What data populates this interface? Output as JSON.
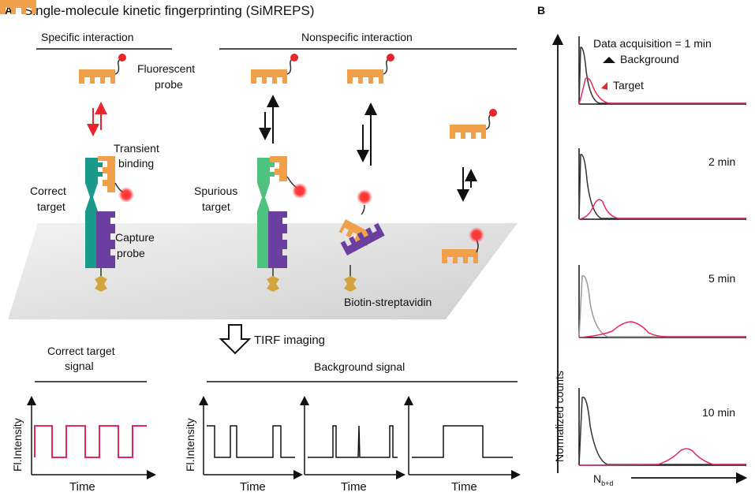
{
  "panel_a": {
    "letter": "A",
    "title": "Single-molecule kinetic fingerprinting (SiMREPS)",
    "specific_header": "Specific interaction",
    "nonspecific_header": "Nonspecific interaction",
    "labels": {
      "fluorescent_probe_1": "Fluorescent",
      "fluorescent_probe_2": "probe",
      "transient_1": "Transient",
      "transient_2": "binding",
      "correct_target_1": "Correct",
      "correct_target_2": "target",
      "capture_probe_1": "Capture",
      "capture_probe_2": "probe",
      "spurious_1": "Spurious",
      "spurious_2": "target",
      "biotin": "Biotin-streptavidin",
      "tirf": "TIRF imaging",
      "correct_signal_1": "Correct target",
      "correct_signal_2": "signal",
      "background_signal": "Background signal",
      "y_axis": "Fl.Intensity",
      "x_axis": "Time"
    },
    "colors": {
      "probe": "#f0a04b",
      "fluorophore": "#e8262b",
      "target_teal": "#1a9a8a",
      "spurious_green": "#4fc27f",
      "capture_purple": "#6b3fa0",
      "biotin_gold": "#d4a43c",
      "signal_red": "#e8265a",
      "surface": "#d9d9d9"
    }
  },
  "panel_b": {
    "letter": "B",
    "acquisition_label": "Data acquisition = 1 min",
    "legend_background": "Background",
    "legend_target": "Target",
    "times": [
      "2 min",
      "5 min",
      "10 min"
    ],
    "y_axis": "Normalized counts",
    "x_axis_main": "N",
    "x_axis_sub": "b+d",
    "colors": {
      "background": "#333333",
      "target": "#e8265a"
    }
  }
}
